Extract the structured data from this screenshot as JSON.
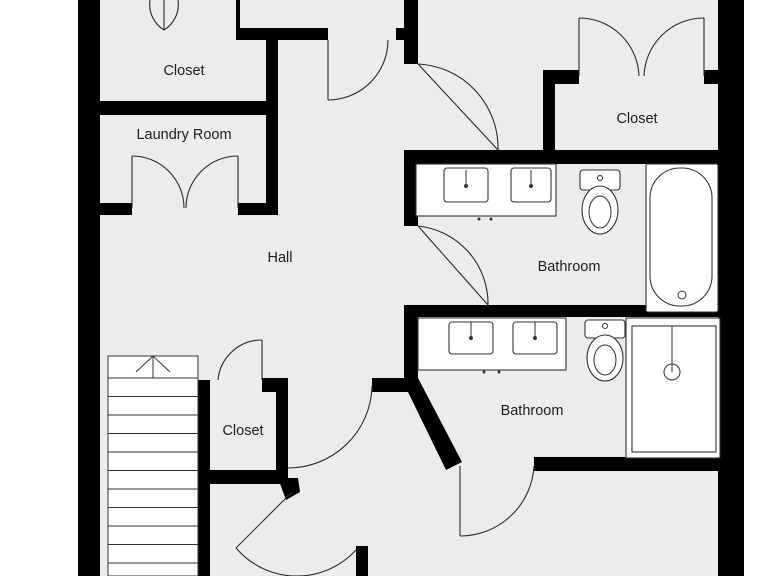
{
  "rooms": {
    "closet_top_left": "Closet",
    "laundry_room": "Laundry Room",
    "closet_top_right": "Closet",
    "hall": "Hall",
    "bathroom_upper": "Bathroom",
    "bathroom_lower": "Bathroom",
    "closet_near_stairs": "Closet"
  },
  "colors": {
    "wall": "#000000",
    "floor": "#ececec",
    "background": "#ffffff",
    "fixture": "#ffffff"
  }
}
